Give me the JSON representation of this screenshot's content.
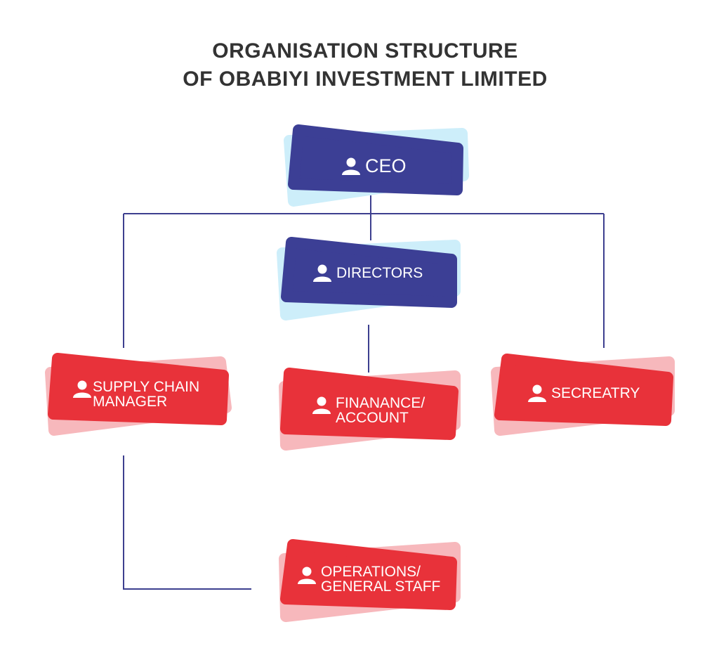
{
  "title": {
    "line1": "ORGANISATION STRUCTURE",
    "line2": "OF OBABIYI INVESTMENT LIMITED"
  },
  "colors": {
    "primary": "#3c3f95",
    "primary_shadow": "#cdeefa",
    "secondary": "#e8323a",
    "secondary_shadow": "#f7b8bc",
    "line": "#3d3f8f"
  },
  "nodes": {
    "ceo": {
      "label": "CEO",
      "icon": "person-icon"
    },
    "directors": {
      "label": "DIRECTORS",
      "icon": "person-icon"
    },
    "supply_chain": {
      "line1": "SUPPLY CHAIN",
      "line2": "MANAGER",
      "icon": "person-icon"
    },
    "finance": {
      "line1": "FINANANCE/",
      "line2": "ACCOUNT",
      "icon": "person-icon"
    },
    "secretary": {
      "label": "SECREATRY",
      "icon": "person-icon"
    },
    "operations": {
      "line1": "OPERATIONS/",
      "line2": "GENERAL STAFF",
      "icon": "person-icon"
    }
  }
}
